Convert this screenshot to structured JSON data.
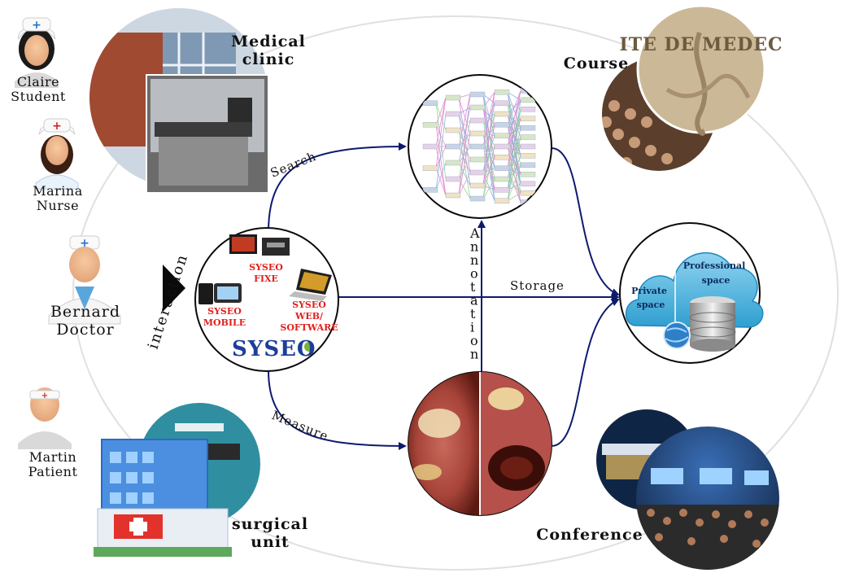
{
  "people": {
    "claire": {
      "name": "Claire",
      "role": "Student"
    },
    "marina": {
      "name": "Marina",
      "role": "Nurse"
    },
    "bernard": {
      "name": "Bernard",
      "role": "Doctor"
    },
    "martin": {
      "name": "Martin",
      "role": "Patient"
    }
  },
  "places": {
    "medical_clinic": [
      "Medical",
      "clinic"
    ],
    "surgical_unit": [
      "surgical",
      "unit"
    ],
    "course": "Course",
    "conference": "Conference"
  },
  "flows": {
    "interaction": "interaction",
    "search": "Search",
    "measure": "Measure",
    "storage": "Storage",
    "annotation": "Annotation"
  },
  "syseo": {
    "fixe": [
      "SYSEO",
      "FIXE"
    ],
    "mobile": [
      "SYSEO",
      "MOBILE"
    ],
    "web": [
      "SYSEO",
      "WEB/",
      "SOFTWARE"
    ],
    "logo": "SYSEO"
  },
  "cloud": {
    "private": [
      "Private",
      "space"
    ],
    "professional": [
      "Professional",
      "space"
    ]
  },
  "course_sign": "ITE DE MEDEC",
  "colors": {
    "arrow": "#0d1a6e",
    "ellipse": "#d9d9d9",
    "cloud": "#3fa9d6",
    "syseo_red": "#e0201c",
    "logo_blue": "#1d3f9a"
  }
}
